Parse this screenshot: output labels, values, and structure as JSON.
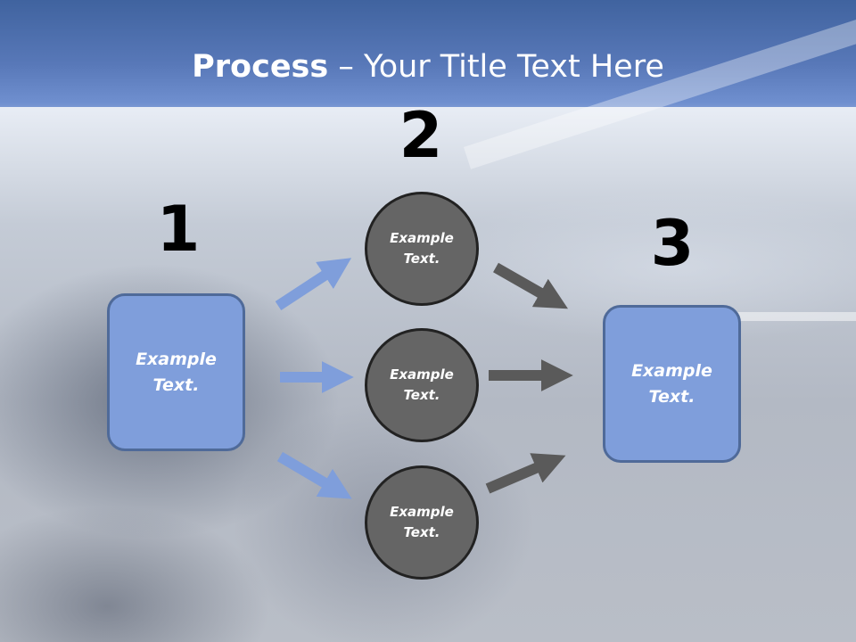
{
  "title": {
    "bold": "Process",
    "rest": " – Your Title Text Here"
  },
  "steps": {
    "one": "1",
    "two": "2",
    "three": "3"
  },
  "box_left": {
    "line1": "Example",
    "line2": "Text."
  },
  "box_right": {
    "line1": "Example",
    "line2": "Text."
  },
  "circles": [
    {
      "line1": "Example",
      "line2": "Text."
    },
    {
      "line1": "Example",
      "line2": "Text."
    },
    {
      "line1": "Example",
      "line2": "Text."
    }
  ],
  "colors": {
    "title_bar": "#40639f",
    "box_fill": "#7f9edb",
    "box_border": "#4f6a99",
    "circle_fill": "#656565",
    "circle_border": "#222222",
    "arrow_blue": "#7f9edb",
    "arrow_gray": "#5a5a5a"
  }
}
